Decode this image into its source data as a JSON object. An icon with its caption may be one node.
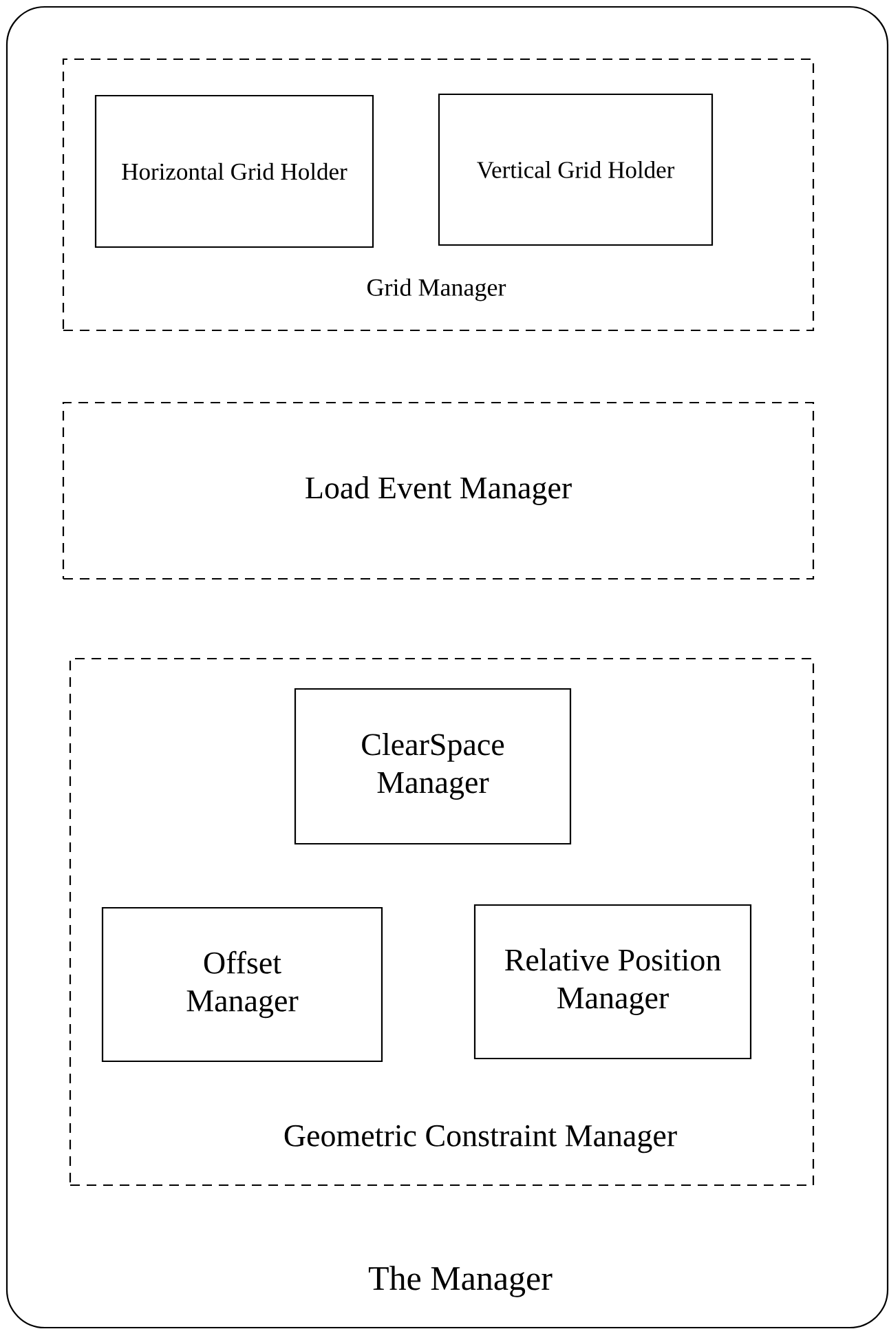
{
  "diagram": {
    "nodes": [
      {
        "text": [
          "The Manager"
        ]
      },
      {
        "text": [
          "Grid Manager"
        ],
        "in": 0
      },
      {
        "text": [
          "Horizontal Grid Holder"
        ],
        "in": 1
      },
      {
        "text": [
          "Vertical Grid Holder"
        ],
        "in": 1
      },
      {
        "text": [
          "Load Event Manager"
        ],
        "in": 0
      },
      {
        "text": [
          "Geometric Constraint Manager"
        ],
        "in": 0
      },
      {
        "text": [
          "ClearSpace Manager"
        ],
        "in": 5
      },
      {
        "text": [
          "Offset Manager"
        ],
        "in": 5
      },
      {
        "text": [
          "Relative Position Manager"
        ],
        "in": 5
      }
    ]
  }
}
